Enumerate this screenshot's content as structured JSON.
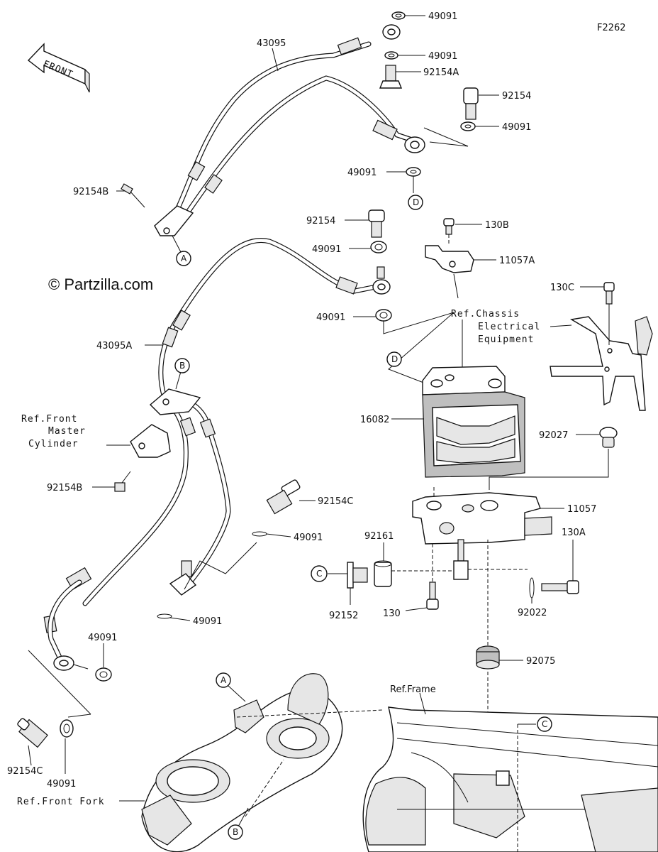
{
  "figure_code": "F2262",
  "copyright": "© Partzilla.com",
  "front_arrow": "FRONT",
  "parts": {
    "p49091_a": "49091",
    "p49091_b": "49091",
    "p92154A": "92154A",
    "p92154": "92154",
    "p49091_c": "49091",
    "p43095": "43095",
    "p49091_d": "49091",
    "p92154B_top": "92154B",
    "p92154_mid": "92154",
    "p130B": "130B",
    "p49091_e": "49091",
    "p11057A": "11057A",
    "p49091_f": "49091",
    "p130C": "130C",
    "p43095A": "43095A",
    "p16082": "16082",
    "p92027": "92027",
    "p92154B_bot": "92154B",
    "p92154C_mid": "92154C",
    "p11057": "11057",
    "p49091_g": "49091",
    "p92161": "92161",
    "p130A": "130A",
    "p92152": "92152",
    "p130": "130",
    "p92022": "92022",
    "p49091_h": "49091",
    "p49091_i": "49091",
    "p92075": "92075",
    "p92154C_bot": "92154C",
    "p49091_j": "49091"
  },
  "references": {
    "chassis": [
      "Ref.Chassis",
      "Electrical",
      "Equipment"
    ],
    "master_cylinder": [
      "Ref.Front",
      "Master",
      "Cylinder"
    ],
    "frame": "Ref.Frame",
    "front_fork": "Ref.Front Fork"
  },
  "callouts": {
    "A_top": "A",
    "D_top": "D",
    "B_mid": "B",
    "D_mid": "D",
    "C_mid": "C",
    "A_bot": "A",
    "B_bot": "B",
    "C_bot": "C"
  }
}
